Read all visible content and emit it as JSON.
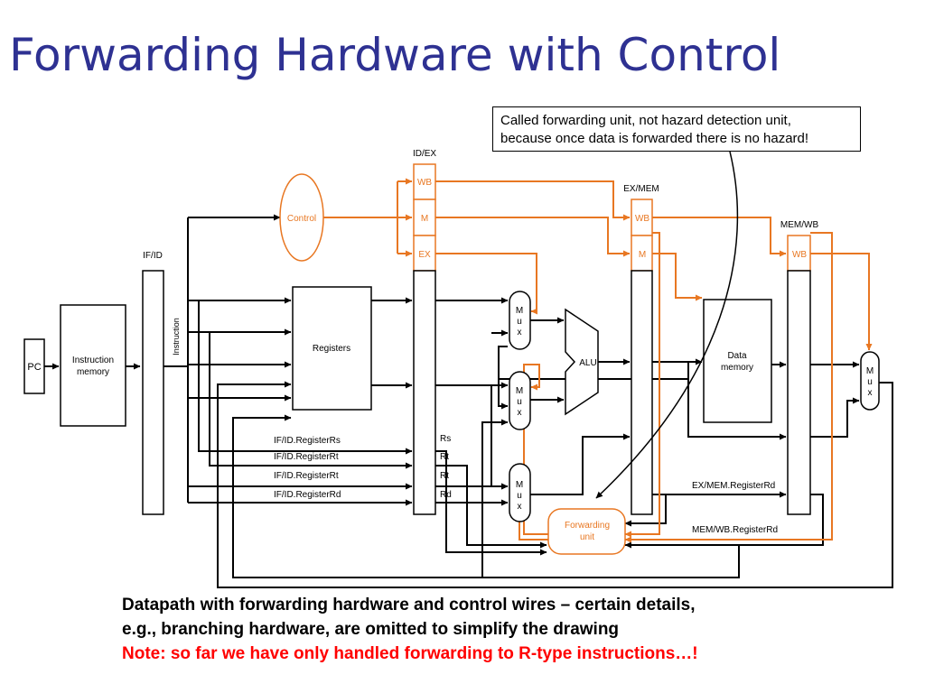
{
  "title": "Forwarding Hardware with Control",
  "callout": {
    "line1": "Called forwarding unit, not hazard detection unit,",
    "line2": "because once data is forwarded there is no hazard!"
  },
  "diagram": {
    "pc": "PC",
    "instruction_memory_line1": "Instruction",
    "instruction_memory_line2": "memory",
    "if_id": "IF/ID",
    "instruction": "Instruction",
    "control": "Control",
    "registers": "Registers",
    "id_ex": "ID/EX",
    "ex_mem": "EX/MEM",
    "mem_wb": "MEM/WB",
    "wb": "WB",
    "m": "M",
    "ex": "EX",
    "alu": "ALU",
    "data_memory_line1": "Data",
    "data_memory_line2": "memory",
    "mux_m": "M",
    "mux_u": "u",
    "mux_x": "x",
    "forwarding_unit_line1": "Forwarding",
    "forwarding_unit_line2": "unit",
    "ifid_register_rs": "IF/ID.RegisterRs",
    "ifid_register_rt_1": "IF/ID.RegisterRt",
    "ifid_register_rt_2": "IF/ID.RegisterRt",
    "ifid_register_rd": "IF/ID.RegisterRd",
    "rs": "Rs",
    "rt_1": "Rt",
    "rt_2": "Rt",
    "rd": "Rd",
    "exmem_register_rd": "EX/MEM.RegisterRd",
    "memwb_register_rd": "MEM/WB.RegisterRd"
  },
  "caption": {
    "line1": "Datapath with forwarding hardware and control wires – certain details,",
    "line2": "e.g., branching hardware, are omitted to simplify the drawing",
    "note": "Note: so far we have only handled forwarding to R-type instructions…!"
  },
  "colors": {
    "title": "#2e3192",
    "control_wires": "#e87722",
    "note": "#ff0000",
    "wires": "#000000"
  }
}
